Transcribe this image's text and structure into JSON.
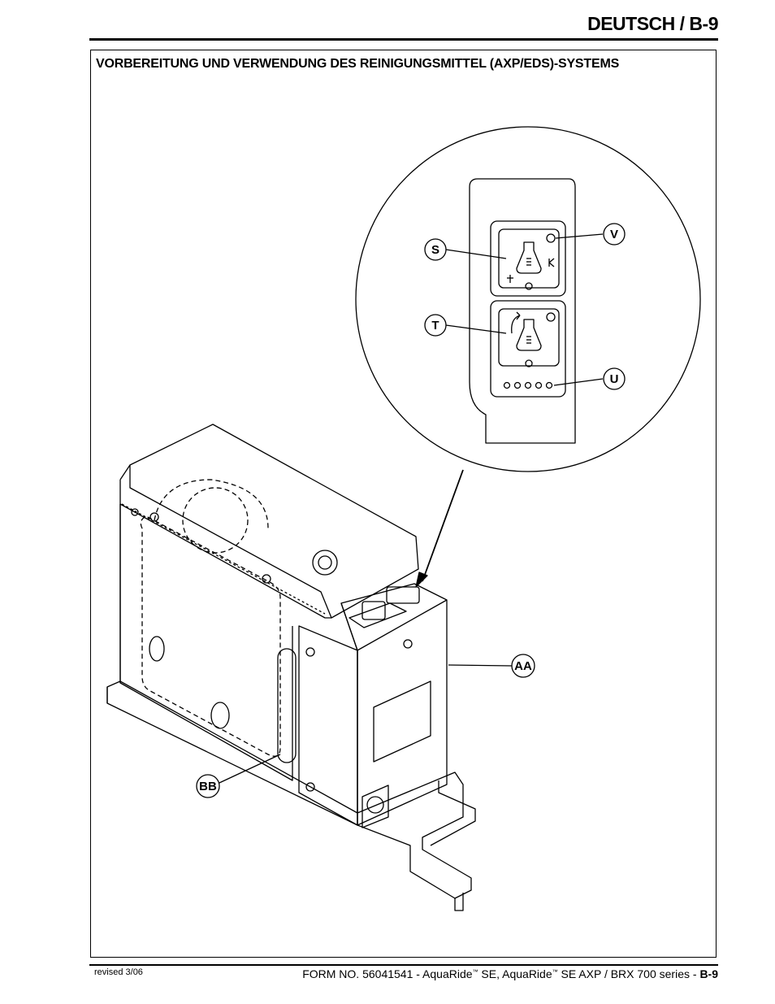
{
  "header": {
    "title": "DEUTSCH / B-9"
  },
  "section": {
    "title": "VORBEREITUNG UND VERWENDUNG DES REINIGUNGSMITTEL (AXP/EDS)-SYSTEMS"
  },
  "callouts": {
    "s": "S",
    "t": "T",
    "u": "U",
    "v": "V",
    "aa": "AA",
    "bb": "BB"
  },
  "footer": {
    "revised": "revised 3/06",
    "form_prefix": "FORM NO. 56041541 - AquaRide",
    "tm": "™",
    "form_mid": " SE, AquaRide",
    "form_suffix": " SE AXP / BRX 700 series - ",
    "page": "B-9"
  }
}
